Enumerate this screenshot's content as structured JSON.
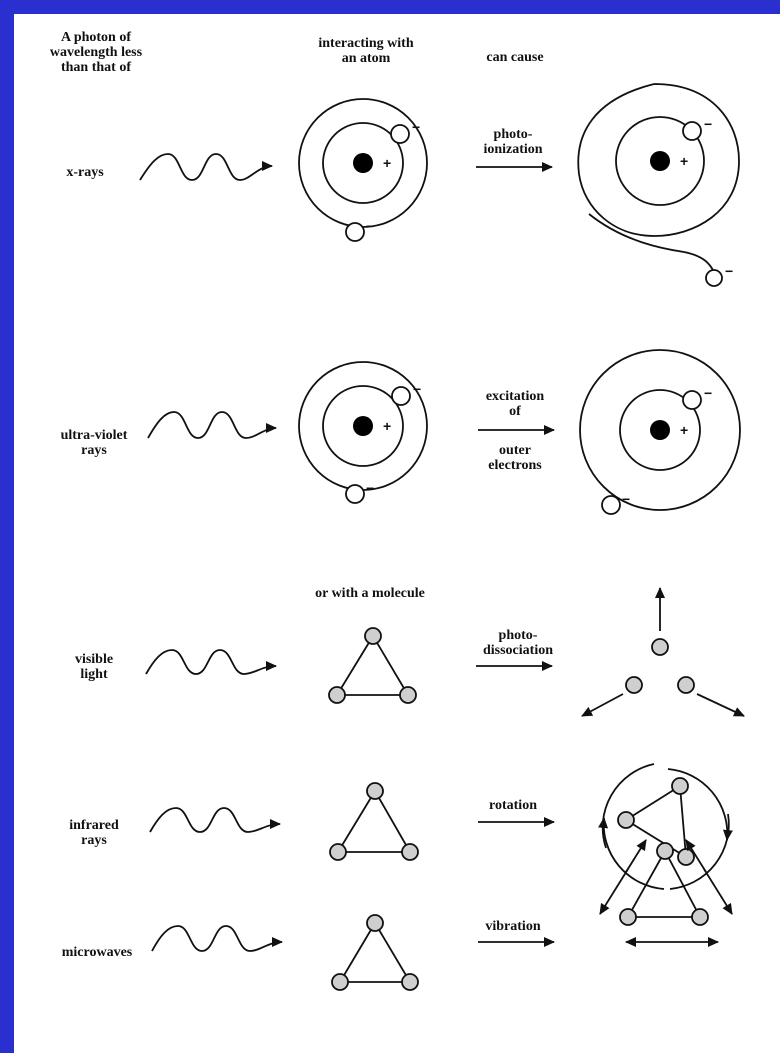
{
  "colors": {
    "frame": "#2a2fd0",
    "ink": "#111111",
    "atom_fill": "#cfcfcf"
  },
  "header": {
    "photon": [
      "A photon of",
      "wavelength less",
      "than that of"
    ],
    "interacting": [
      "interacting with",
      "an atom"
    ],
    "cause": "can cause"
  },
  "rows": {
    "xray": {
      "source": [
        "x-rays"
      ],
      "effect": [
        "photo-",
        "ionization"
      ]
    },
    "uv": {
      "source": [
        "ultra-violet",
        "rays"
      ],
      "effect": [
        "excitation",
        "of",
        "outer",
        "electrons"
      ]
    },
    "visible": {
      "source": [
        "visible",
        "light"
      ],
      "effect": [
        "photo-",
        "dissociation"
      ]
    },
    "infrared": {
      "source": [
        "infrared",
        "rays"
      ],
      "effect": [
        "rotation"
      ]
    },
    "microwave": {
      "source": [
        "microwaves"
      ],
      "effect": [
        "vibration"
      ]
    }
  },
  "molecule_header": "or  with a molecule",
  "signs": {
    "positive": "+",
    "negative": "−"
  }
}
